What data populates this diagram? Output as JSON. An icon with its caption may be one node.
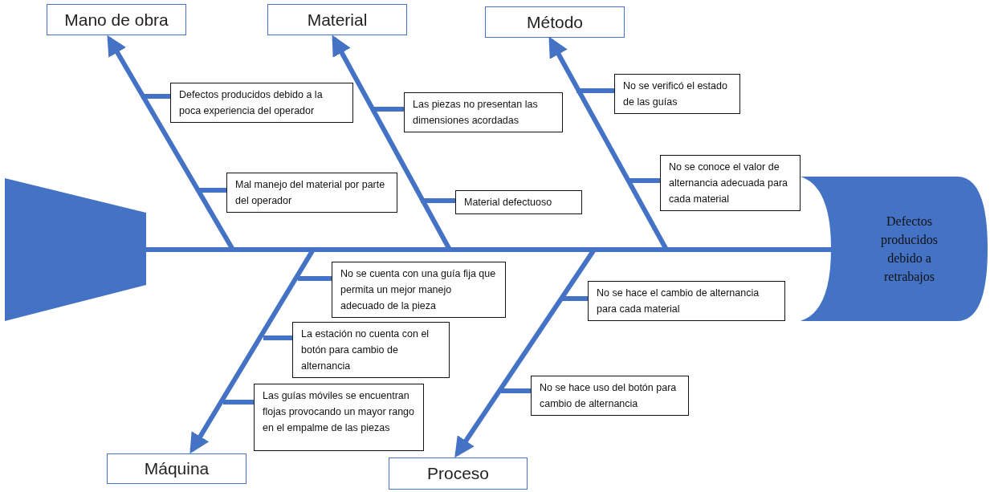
{
  "diagram": {
    "nodes": [
      {
        "text": [
          "Mano de obra"
        ]
      },
      {
        "text": [
          "Material"
        ]
      },
      {
        "text": [
          "Método"
        ]
      },
      {
        "text": [
          "Máquina"
        ]
      },
      {
        "text": [
          "Proceso"
        ]
      },
      {
        "text": [
          "Defectos producidos debido a retrabajos"
        ]
      },
      {
        "text": [],
        "shape": "trapezoid"
      },
      {
        "text": [
          "Defectos producidos debido a la poca experiencia del operador"
        ]
      },
      {
        "text": [
          "Mal manejo del material por parte del operador"
        ]
      },
      {
        "text": [
          "Las piezas no presentan las dimensiones acordadas"
        ]
      },
      {
        "text": [
          "Material defectuoso"
        ]
      },
      {
        "text": [
          "No se verificó el estado de las guías"
        ]
      },
      {
        "text": [
          "No se conoce el valor de alternancia adecuada para cada material"
        ]
      },
      {
        "text": [
          "No se cuenta con una guía fija que permita un mejor manejo adecuado de la pieza"
        ]
      },
      {
        "text": [
          "La estación no cuenta con el botón para cambio de alternancia"
        ]
      },
      {
        "text": [
          "Las guías móviles se encuentran flojas provocando un mayor rango en el empalme de las piezas"
        ]
      },
      {
        "text": [
          "No se hace el cambio de alternancia para cada material"
        ]
      },
      {
        "text": [
          "No se hace uso del botón para cambio de alternancia"
        ]
      }
    ],
    "edges": [
      {
        "from": 6,
        "to": 5,
        "arrow": "none"
      },
      {
        "from": null,
        "to": 0,
        "arrow": "to"
      },
      {
        "from": null,
        "to": 1,
        "arrow": "to"
      },
      {
        "from": null,
        "to": 2,
        "arrow": "to"
      },
      {
        "from": null,
        "to": 3,
        "arrow": "to"
      },
      {
        "from": null,
        "to": 4,
        "arrow": "to"
      },
      {
        "from": 7,
        "to": null,
        "arrow": "none"
      },
      {
        "from": 8,
        "to": null,
        "arrow": "none"
      },
      {
        "from": 9,
        "to": null,
        "arrow": "none"
      },
      {
        "from": 10,
        "to": null,
        "arrow": "none"
      },
      {
        "from": 11,
        "to": null,
        "arrow": "none"
      },
      {
        "from": 12,
        "to": null,
        "arrow": "none"
      },
      {
        "from": 13,
        "to": null,
        "arrow": "none"
      },
      {
        "from": 14,
        "to": null,
        "arrow": "none"
      },
      {
        "from": 15,
        "to": null,
        "arrow": "none"
      },
      {
        "from": 16,
        "to": null,
        "arrow": "none"
      },
      {
        "from": 17,
        "to": null,
        "arrow": "none"
      }
    ]
  }
}
